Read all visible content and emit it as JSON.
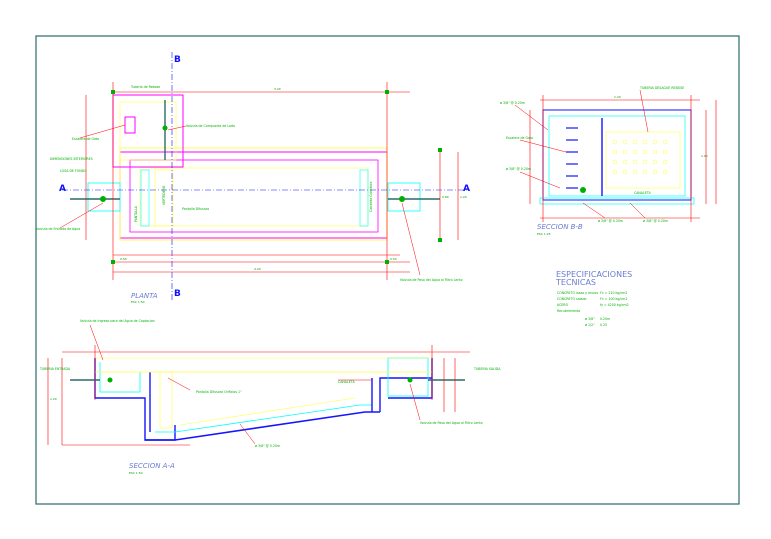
{
  "views": {
    "plan": {
      "title": "PLANTA",
      "scale": "ESC 1:50",
      "section_marks": {
        "a_left": "A",
        "a_right": "A",
        "b_top": "B",
        "b_bottom": "B"
      },
      "labels": {
        "top1": "Tuberia de Rebose",
        "top2": "Valvula de Compuerta de Lodo",
        "left1": "Escalera de Gato",
        "left2": "DIMENSIONES INTERIORES",
        "left3": "LOSA DE FONDO",
        "left4": "Valvula de Entrada de Agua",
        "mid1": "VERTEDERO",
        "mid2": "Pantalla Difusora",
        "mid3": "Canaleta Colectora",
        "mid4": "PANTALLA",
        "bottom1": "Valvula de Paso del Agua al Filtro Lento"
      }
    },
    "section_a": {
      "title": "SECCION A-A",
      "scale": "ESC 1:50",
      "labels": {
        "top": "Valvula de Ingreso para del Agua de Captacion",
        "left": "TUBERIA ENTRADA",
        "mid": "Pantalla Difusora Orificios 1\"",
        "right1": "CANALETA",
        "right2": "TUBERIA SALIDA",
        "bottom1": "Valvula de Paso del Agua al Filtro Lento",
        "bottom2": "ø 3/8\" @ 0.20m"
      }
    },
    "section_b": {
      "title": "SECCION B-B",
      "scale": "ESC 1:25",
      "labels": {
        "top_left": "ø 3/8\" @ 0.20m",
        "top_right": "TUBERIA DESAGUE REBOSE",
        "left1": "Escalera de Gato",
        "left2": "ø 3/8\" @ 0.20m",
        "bottom1": "ø 3/8\" @ 0.20m",
        "bottom2": "ø 3/8\" @ 0.20m",
        "mid": "CANALETA"
      }
    }
  },
  "specs": {
    "title1": "ESPECIFICACIONES",
    "title2": "TECNICAS",
    "rows": [
      {
        "k": "CONCRETO losas y muros",
        "v": "f'c = 210 kg/cm2"
      },
      {
        "k": "CONCRETO solado",
        "v": "f'c = 100 kg/cm2"
      },
      {
        "k": "ACERO",
        "v": "fy = 4200 kg/cm2"
      },
      {
        "k": "Recubrimiento",
        "v": ""
      },
      {
        "k": "ø 3/8\"",
        "v": "0.20m"
      },
      {
        "k": "ø 1/2\"",
        "v": "0.25"
      }
    ]
  },
  "dims": {
    "plan_total": "4.20",
    "plan_mid": "3.20",
    "plan_left": "0.50",
    "plan_right": "0.50",
    "plan_h": "1.20",
    "plan_h2": "0.80",
    "secb_w": "1.20",
    "secb_h": "1.00",
    "seca_h": "1.20"
  },
  "colors": {
    "frame": "#2a6a6a",
    "wall": "#ff00ff",
    "red": "#ff0000",
    "yellow": "#ffff44",
    "cyan": "#00ffff",
    "blue": "#1515ff",
    "green": "#00b000"
  }
}
